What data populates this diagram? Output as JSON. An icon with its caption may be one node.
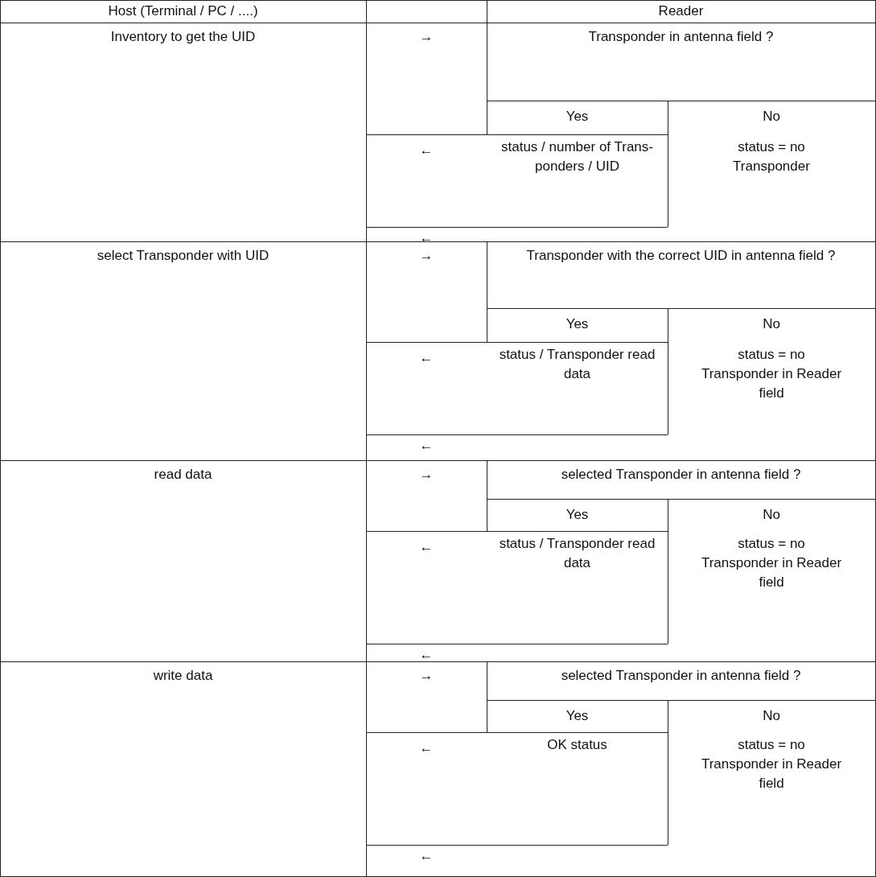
{
  "diagram": {
    "labels": [
      "Host (Terminal / PC / ....)",
      "Reader",
      "Inventory to get the UID",
      "→",
      "Transponder in antenna field ?",
      "Yes",
      "No",
      "←",
      "status / number of Trans-ponders / UID",
      "status = no Transponder",
      "←",
      "select Transponder with UID",
      "→",
      "Transponder with the correct UID in antenna field ?",
      "Yes",
      "No",
      "←",
      "status / Transponder read data",
      "status = no Transponder in Reader field",
      "←",
      "read data",
      "→",
      "selected Transponder in antenna field ?",
      "Yes",
      "No",
      "←",
      "status / Transponder read data",
      "status = no Transponder in Reader field",
      "←",
      "write data",
      "→",
      "selected Transponder in antenna field ?",
      "Yes",
      "No",
      "←",
      "OK status",
      "status = no Transponder in Reader field",
      "←"
    ]
  }
}
